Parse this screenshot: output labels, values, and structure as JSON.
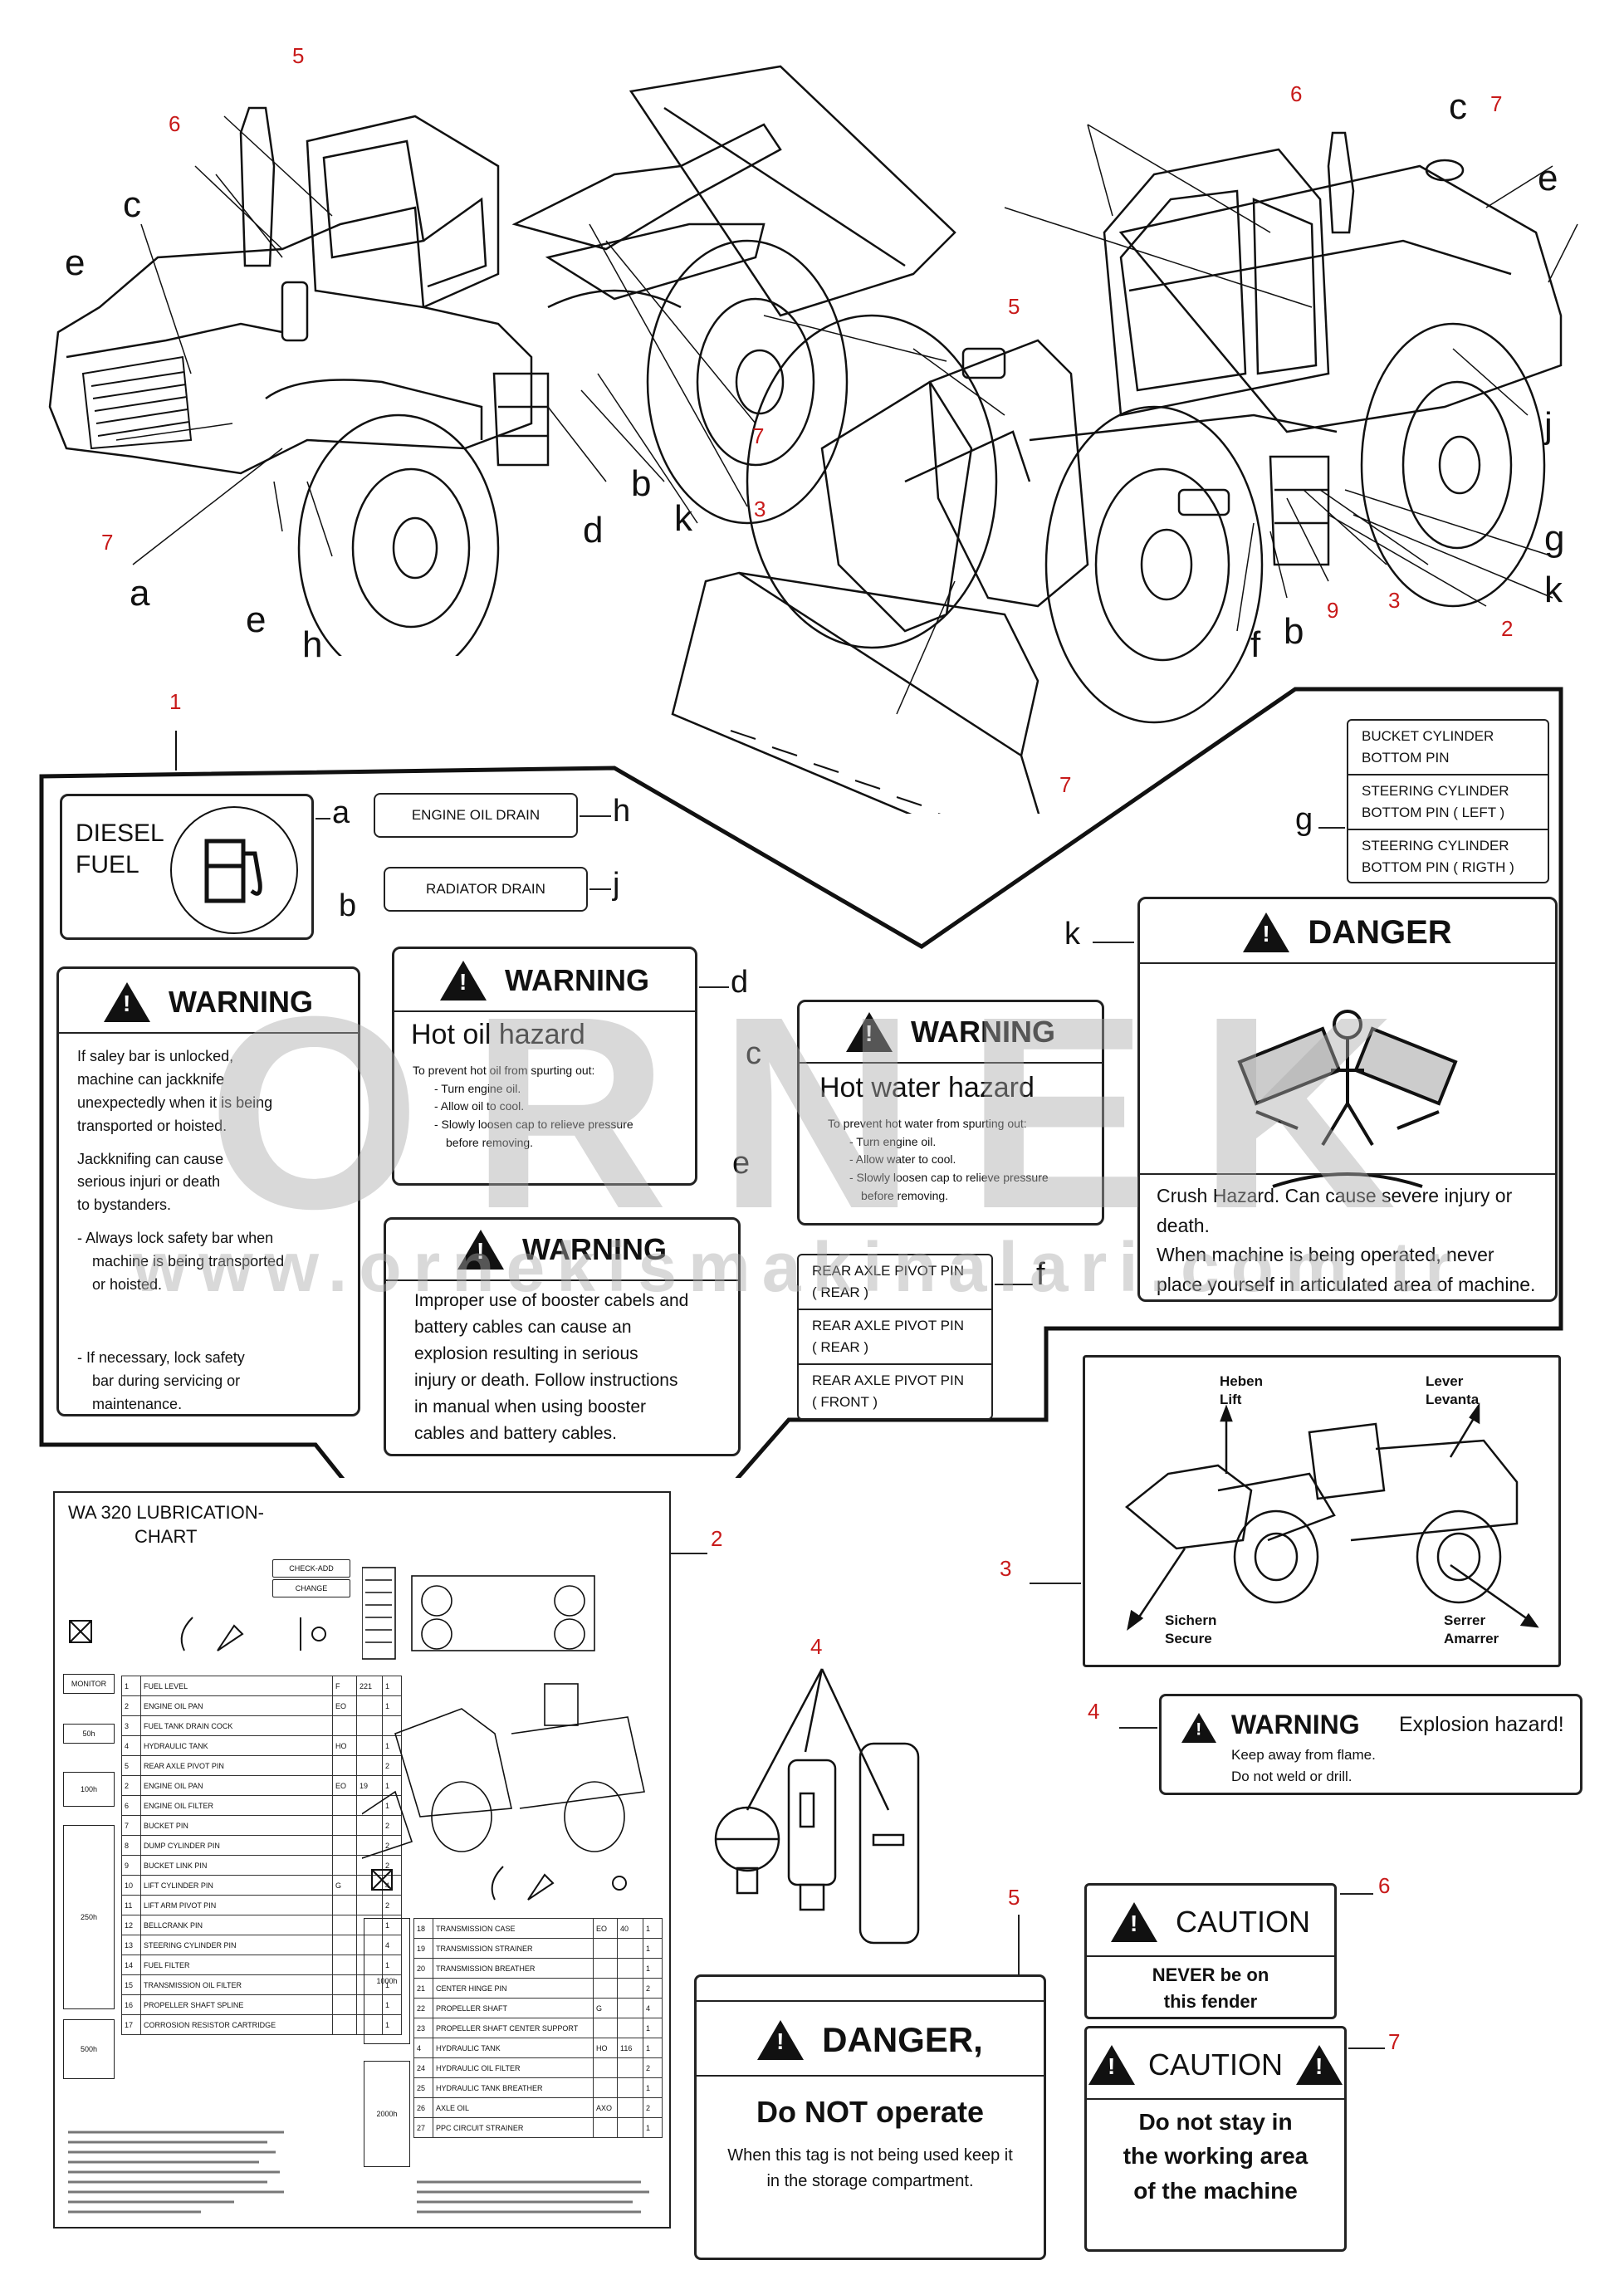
{
  "callouts": {
    "numbers": [
      "1",
      "2",
      "3",
      "4",
      "5",
      "6",
      "7",
      "9"
    ],
    "letters": [
      "a",
      "b",
      "c",
      "d",
      "e",
      "f",
      "g",
      "h",
      "j",
      "k"
    ]
  },
  "labels": {
    "a": {
      "line1": "DIESEL",
      "line2": "FUEL"
    },
    "h": "ENGINE OIL DRAIN",
    "j": "RADIATOR DRAIN",
    "b": {
      "head": "WARNING",
      "p1": [
        "If saley bar is unlocked,",
        "machine can jackknife",
        "unexpectedly when it is being",
        "transported or hoisted."
      ],
      "p2": [
        "Jackknifing can cause",
        "serious injuri or death",
        "to bystanders."
      ],
      "p3": [
        "- Always lock safety bar when",
        "machine is being transported",
        "or hoisted."
      ],
      "p4": [
        "- If necessary, lock safety",
        "bar during servicing or",
        "maintenance."
      ]
    },
    "d": {
      "head": "WARNING",
      "title": "Hot oil hazard",
      "lead": "To prevent hot oil from spurting out:",
      "items": [
        "- Turn engine oil.",
        "- Allow oil to cool.",
        "- Slowly loosen cap to relieve pressure",
        "before removing."
      ]
    },
    "c": {
      "head": "WARNING",
      "title": "Hot water hazard",
      "lead": "To prevent hot water from spurting out:",
      "items": [
        "- Turn engine oil.",
        "- Allow water to cool.",
        "- Slowly loosen cap to relieve pressure",
        "before removing."
      ]
    },
    "e": {
      "head": "WARNING",
      "text": [
        "Improper use of booster cabels and",
        "battery cables can cause an",
        "explosion resulting in serious",
        "injury or death. Follow instructions",
        "in manual when using booster",
        "cables and battery cables."
      ]
    },
    "f": [
      [
        "REAR AXLE PIVOT PIN",
        "( REAR )"
      ],
      [
        "REAR AXLE PIVOT PIN",
        "( REAR )"
      ],
      [
        "REAR AXLE PIVOT PIN",
        "( FRONT )"
      ]
    ],
    "g": [
      [
        "BUCKET CYLINDER",
        "BOTTOM PIN"
      ],
      [
        "STEERING CYLINDER",
        "BOTTOM PIN ( LEFT )"
      ],
      [
        "STEERING CYLINDER",
        "BOTTOM PIN ( RIGTH )"
      ]
    ],
    "k": {
      "head": "DANGER",
      "text": [
        "Crush Hazard. Can cause severe injury or death.",
        "When machine is being operated, never",
        "place yourself in articulated area of machine."
      ]
    }
  },
  "decal_3": {
    "top_left": [
      "Heben",
      "Lift"
    ],
    "top_right": [
      "Lever",
      "Levanta"
    ],
    "bottom_left": [
      "Sichern",
      "Secure"
    ],
    "bottom_right": [
      "Serrer",
      "Amarrer"
    ]
  },
  "decal_4": {
    "head": "WARNING",
    "right": "Explosion hazard!",
    "text": [
      "Keep away from flame.",
      "Do not weld or drill."
    ]
  },
  "decal_5": {
    "head": "DANGER,",
    "title": "Do NOT operate",
    "text": [
      "When this tag is not being used keep it",
      "in the storage compartment."
    ]
  },
  "decal_6": {
    "head": "CAUTION",
    "text": [
      "NEVER be on",
      "this fender"
    ]
  },
  "decal_7": {
    "head": "CAUTION",
    "text": [
      "Do not stay in",
      "the working area",
      "of the machine"
    ]
  },
  "lubrication": {
    "title1": "WA 320 LUBRICATION-",
    "title2": "CHART",
    "tags": [
      "CHECK-ADD",
      "CHANGE"
    ],
    "intervals_left": [
      "MONITOR",
      "50h",
      "100h",
      "250h",
      "500h"
    ],
    "intervals_right": [
      "1000h",
      "2000h"
    ],
    "rows_left": [
      [
        "1",
        "FUEL LEVEL",
        "F",
        "221",
        "1"
      ],
      [
        "2",
        "ENGINE OIL PAN",
        "EO",
        "",
        "1"
      ],
      [
        "3",
        "FUEL TANK DRAIN COCK",
        "",
        "",
        ""
      ],
      [
        "4",
        "HYDRAULIC TANK",
        "HO",
        "",
        "1"
      ],
      [
        "5",
        "REAR AXLE PIVOT PIN",
        "",
        "",
        "2"
      ],
      [
        "2",
        "ENGINE OIL PAN",
        "EO",
        "19",
        "1"
      ],
      [
        "6",
        "ENGINE OIL FILTER",
        "",
        "",
        "1"
      ],
      [
        "7",
        "BUCKET PIN",
        "",
        "",
        "2"
      ],
      [
        "8",
        "DUMP CYLINDER PIN",
        "",
        "",
        "2"
      ],
      [
        "9",
        "BUCKET LINK PIN",
        "",
        "",
        "2"
      ],
      [
        "10",
        "LIFT CYLINDER PIN",
        "G",
        "",
        "4"
      ],
      [
        "11",
        "LIFT ARM PIVOT PIN",
        "",
        "",
        "2"
      ],
      [
        "12",
        "BELLCRANK PIN",
        "",
        "",
        "1"
      ],
      [
        "13",
        "STEERING CYLINDER PIN",
        "",
        "",
        "4"
      ],
      [
        "14",
        "FUEL FILTER",
        "",
        "",
        "1"
      ],
      [
        "15",
        "TRANSMISSION OIL FILTER",
        "",
        "",
        "1"
      ],
      [
        "16",
        "PROPELLER SHAFT SPLINE",
        "",
        "",
        "1"
      ],
      [
        "17",
        "CORROSION RESISTOR CARTRIDGE",
        "",
        "",
        "1"
      ]
    ],
    "rows_right": [
      [
        "18",
        "TRANSMISSION CASE",
        "EO",
        "40",
        "1"
      ],
      [
        "19",
        "TRANSMISSION STRAINER",
        "",
        "",
        "1"
      ],
      [
        "20",
        "TRANSMISSION BREATHER",
        "",
        "",
        "1"
      ],
      [
        "21",
        "CENTER HINGE PIN",
        "",
        "",
        "2"
      ],
      [
        "22",
        "PROPELLER SHAFT",
        "G",
        "",
        "4"
      ],
      [
        "23",
        "PROPELLER SHAFT CENTER SUPPORT",
        "",
        "",
        "1"
      ],
      [
        "4",
        "HYDRAULIC TANK",
        "HO",
        "116",
        "1"
      ],
      [
        "24",
        "HYDRAULIC OIL FILTER",
        "",
        "",
        "2"
      ],
      [
        "25",
        "HYDRAULIC TANK BREATHER",
        "",
        "",
        "1"
      ],
      [
        "26",
        "AXLE OIL",
        "AXO",
        "",
        "2"
      ],
      [
        "27",
        "PPC CIRCUIT STRAINER",
        "",
        "",
        "1"
      ]
    ]
  },
  "watermark": {
    "big": "ORNEK",
    "url": "www.ornekismakinalari.com.tr"
  }
}
